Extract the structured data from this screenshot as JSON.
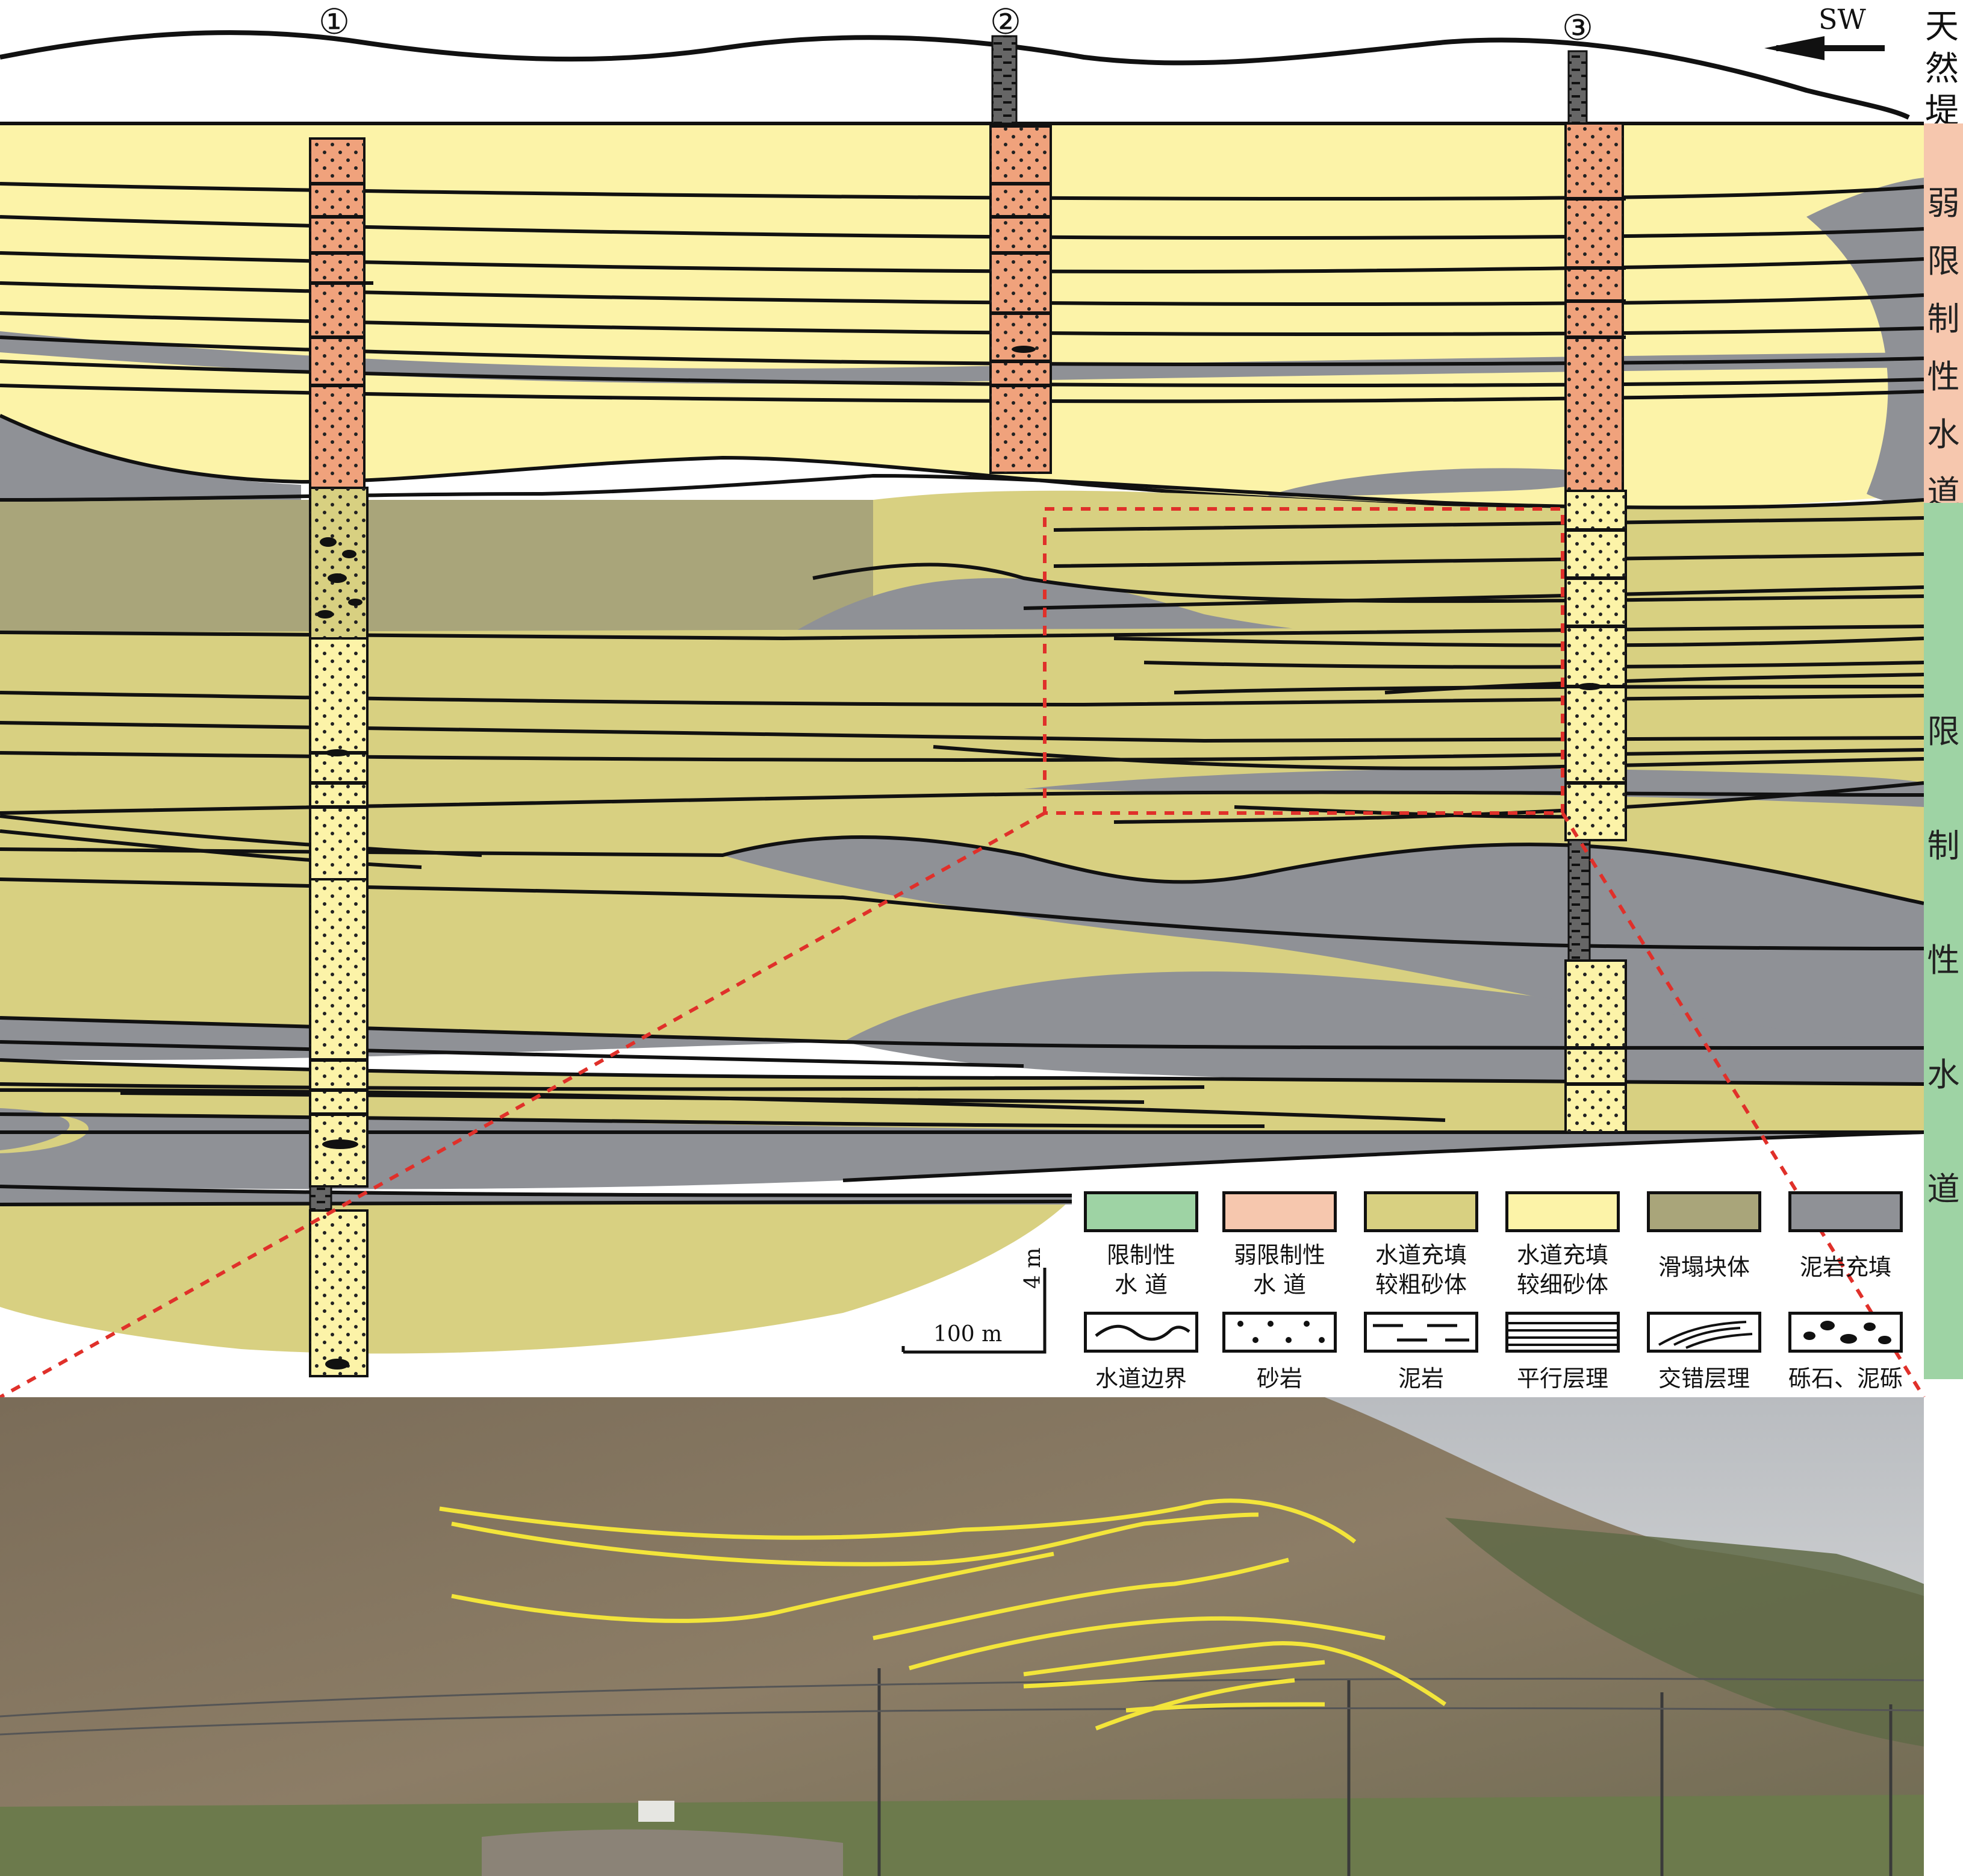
{
  "wells": [
    "①",
    "②",
    "③"
  ],
  "direction": "SW",
  "levee_label": "天然堤",
  "zones": [
    {
      "label": "弱限制性水道",
      "color": "#f6c7ae"
    },
    {
      "label": "限制性水道",
      "color": "#9ed3a4"
    }
  ],
  "legend_fills": [
    {
      "label": "限制性\n水 道",
      "color": "#9ed3a4"
    },
    {
      "label": "弱限制性\n水 道",
      "color": "#f6c7ae"
    },
    {
      "label": "水道充填\n较粗砂体",
      "color": "#d8d081"
    },
    {
      "label": "水道充填\n较细砂体",
      "color": "#fcf3a8"
    },
    {
      "label": "滑塌块体",
      "color": "#a9a57a"
    },
    {
      "label": "泥岩充填",
      "color": "#8f9196"
    }
  ],
  "legend_symbols": [
    {
      "label": "水道边界",
      "icon": "channel-boundary"
    },
    {
      "label": "砂岩",
      "icon": "sandstone-dots"
    },
    {
      "label": "泥岩",
      "icon": "mudstone-dashes"
    },
    {
      "label": "平行层理",
      "icon": "parallel-bedding"
    },
    {
      "label": "交错层理",
      "icon": "cross-bedding"
    },
    {
      "label": "砾石、泥砾",
      "icon": "gravel-mud-clasts"
    }
  ],
  "scale": {
    "horizontal": "100 m",
    "vertical": "4 m"
  },
  "colors": {
    "coarse_sand": "#d8d081",
    "fine_sand": "#fcf3a8",
    "slump": "#a9a57a",
    "mud": "#8f9196",
    "weak_column": "#f0a27c",
    "line": "#111111",
    "highlight": "#e0302a",
    "photo_trace": "#f3e53a"
  }
}
